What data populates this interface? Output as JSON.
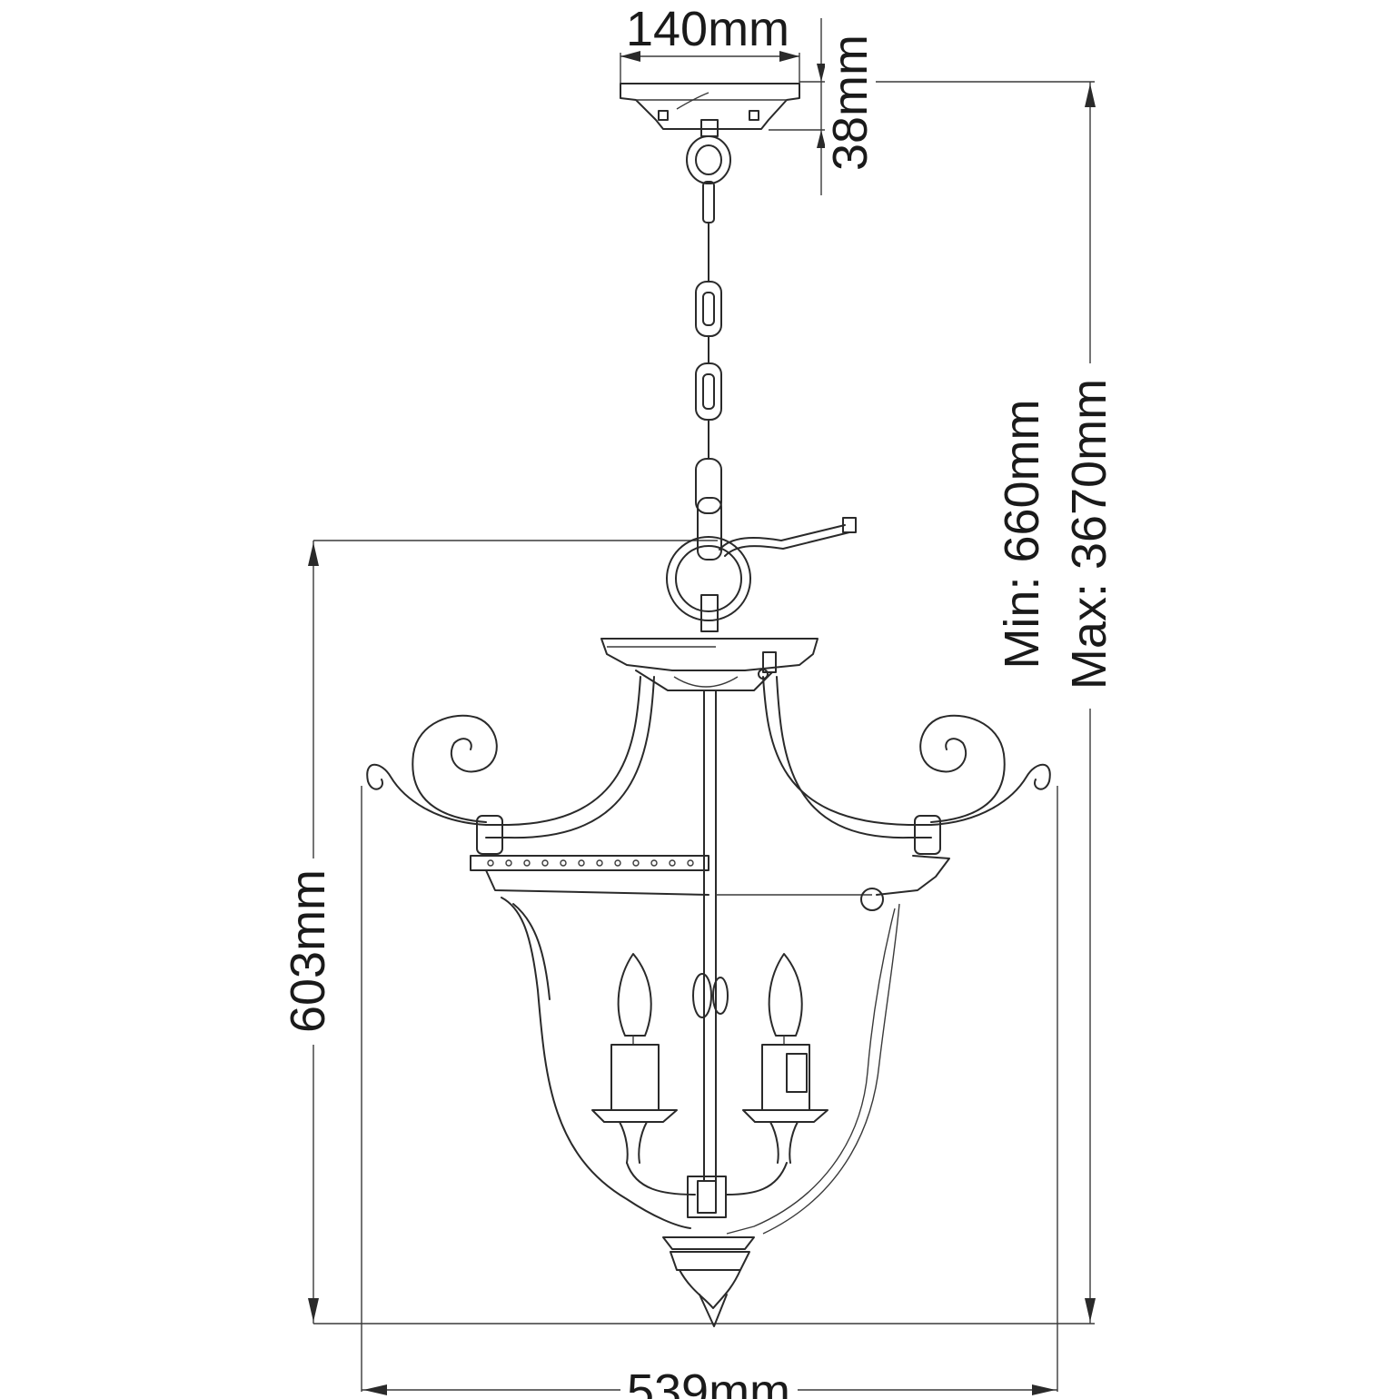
{
  "dimensions": {
    "canopy_width": "140mm",
    "canopy_height": "38mm",
    "body_height": "603mm",
    "body_width": "539mm",
    "min_drop": "Min: 660mm",
    "max_drop": "Max: 3670mm"
  },
  "colors": {
    "line": "#2a2a2a",
    "background": "#ffffff"
  }
}
